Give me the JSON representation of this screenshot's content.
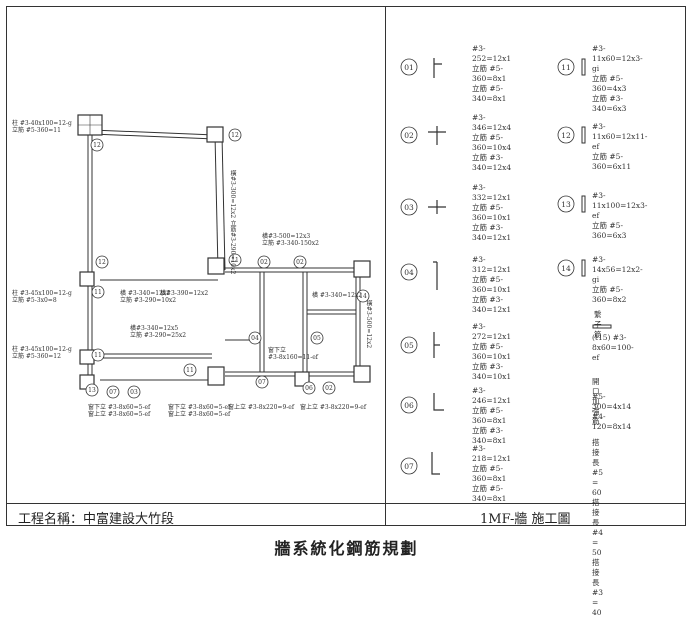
{
  "title_block": {
    "project": "工程名稱：中富建設大竹段",
    "sheet": "1MF-牆 施工圖"
  },
  "caption": "牆系統化鋼筋規劃",
  "plan": {
    "notes": [
      {
        "lines": [
          "柱 #3-40x100=12-g",
          "立筋 #5-360=11"
        ]
      },
      {
        "lines": [
          "柱 #3-45x100=12-g",
          "立筋 #5-3x0=8"
        ]
      },
      {
        "lines": [
          "柱 #3-45x100=12-g",
          "立筋 #5-360=12"
        ]
      },
      {
        "lines": [
          "橫#3-300=12x2",
          "立筋#3-290=10x2"
        ]
      },
      {
        "lines": [
          "橫 #3-340=12x2",
          "立筋 #3-290=10x2"
        ]
      },
      {
        "lines": [
          "橫#3-390=12x2",
          "立筋 #3-390=10x2"
        ]
      },
      {
        "lines": [
          "橫#3-340=12x5",
          "立筋 #3-290=25x2"
        ]
      },
      {
        "lines": [
          "橫#3-500=12x3",
          "立筋 #3-340-150x2"
        ]
      },
      {
        "lines": [
          "橫 #3-340=12x2"
        ]
      },
      {
        "lines": [
          "橫#3-500=12x2"
        ]
      },
      {
        "lines": [
          "窗下立",
          "#3-8x160=11-ef"
        ]
      },
      {
        "lines": [
          "窗下立 #3-8x60=5-ef",
          "窗上立 #3-8x60=5-ef"
        ]
      },
      {
        "lines": [
          "窗下立 #3-8x60=5-ef",
          "窗上立 #3-8x60=5-ef"
        ]
      },
      {
        "lines": [
          "窗上立 #3-8x220=9-ef"
        ]
      },
      {
        "lines": [
          "窗上立 #3-8x220=9-ef"
        ]
      }
    ]
  },
  "schedule": [
    {
      "id": "01",
      "lines": [
        "#3-252=12x1",
        "立筋 #5-360=8x1",
        "立筋 #5-340=8x1"
      ]
    },
    {
      "id": "02",
      "lines": [
        "#3-346=12x4",
        "立筋 #5-360=10x4",
        "立筋 #3-340=12x4"
      ]
    },
    {
      "id": "03",
      "lines": [
        "#3-332=12x1",
        "立筋 #5-360=10x1",
        "立筋 #3-340=12x1"
      ]
    },
    {
      "id": "04",
      "lines": [
        "#3-312=12x1",
        "立筋 #5-360=10x1",
        "立筋 #3-340=12x1"
      ]
    },
    {
      "id": "05",
      "lines": [
        "#3-272=12x1",
        "立筋 #5-360=10x1",
        "立筋 #3-340=10x1"
      ]
    },
    {
      "id": "06",
      "lines": [
        "#3-246=12x1",
        "立筋 #5-360=8x1",
        "立筋 #3-340=8x1"
      ]
    },
    {
      "id": "07",
      "lines": [
        "#3-218=12x1",
        "立筋 #5-360=8x1",
        "立筋 #5-340=8x1"
      ]
    }
  ],
  "columns": [
    {
      "id": "11",
      "lines": [
        "#3-11x60=12x3-gi",
        "立筋 #5-360=4x3",
        "立筋 #3-340=6x3"
      ]
    },
    {
      "id": "12",
      "lines": [
        "#3-11x60=12x11-ef",
        "立筋 #5-360=6x11"
      ]
    },
    {
      "id": "13",
      "lines": [
        "#3-11x100=12x3-ef",
        "立筋 #5-360=6x3"
      ]
    },
    {
      "id": "14",
      "lines": [
        "#3-14x56=12x2-gi",
        "立筋 #5-360=8x2"
      ]
    }
  ],
  "extra": {
    "tie_title": "繫子筋",
    "tie_spec": "(t15) #3-8x60=100-ef",
    "opening_title": "開口加強筋",
    "opening_lines": [
      "#5-300=4x14",
      "#4-120=8x14"
    ],
    "lap_lines": [
      "搭接長 #5 = 60",
      "搭接長 #4 = 50",
      "搭接長 #3 = 40"
    ]
  }
}
